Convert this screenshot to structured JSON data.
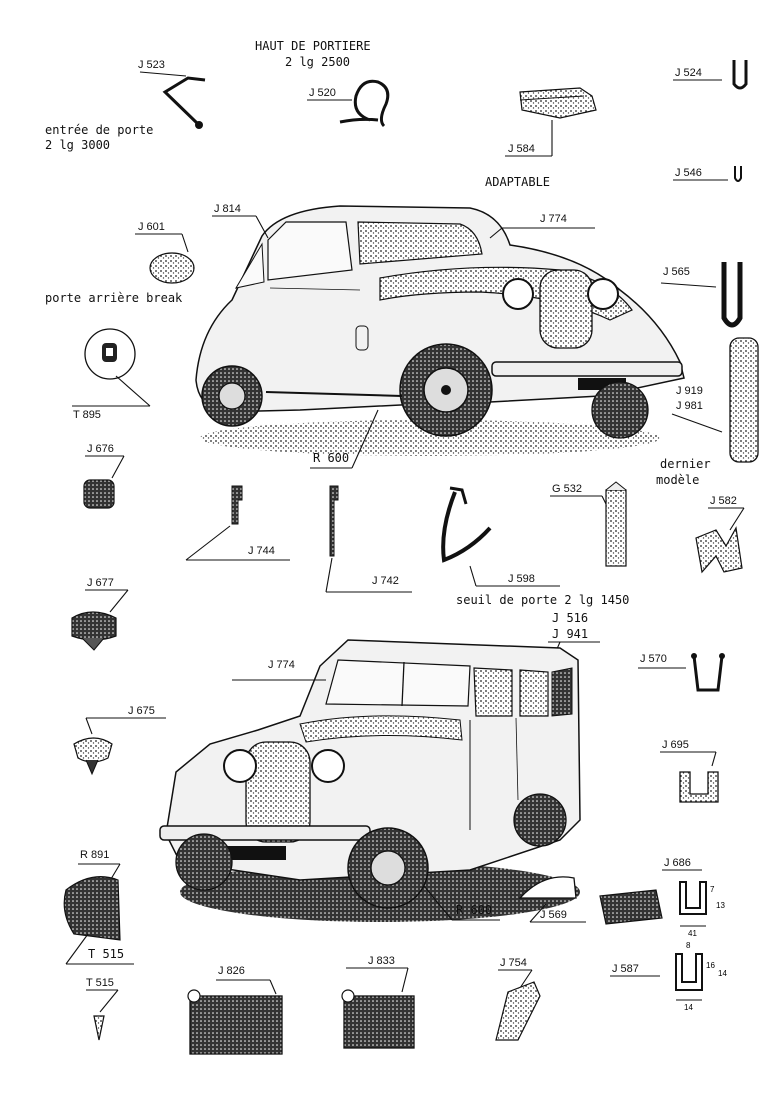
{
  "header": {
    "title": "HAUT DE PORTIERE",
    "subtitle": "2 lg 2500"
  },
  "labels": {
    "j523": "J 523",
    "j520": "J 520",
    "j524": "J 524",
    "j584": "J 584",
    "j546": "J 546",
    "j601": "J 601",
    "j814": "J 814",
    "j774a": "J 774",
    "j565": "J 565",
    "t895": "T 895",
    "j919": "J 919",
    "j981": "J 981",
    "r600a": "R 600",
    "j676": "J 676",
    "g532": "G 532",
    "j582": "J 582",
    "j744": "J 744",
    "j742": "J 742",
    "j598": "J 598",
    "j677": "J 677",
    "j516": "J 516",
    "j941": "J 941",
    "j570": "J 570",
    "j774b": "J 774",
    "j675": "J 675",
    "j695": "J 695",
    "r891": "R 891",
    "j686": "J 686",
    "r600b": "R 600",
    "j569": "J 569",
    "t515a": "T 515",
    "t515b": "T 515",
    "j826": "J 826",
    "j833": "J 833",
    "j754": "J 754",
    "j587": "J 587"
  },
  "captions": {
    "entree1": "entrée de porte",
    "entree2": "2 lg 3000",
    "adaptable": "ADAPTABLE",
    "porte_arriere": "porte arrière break",
    "dernier1": "dernier",
    "dernier2": "modèle",
    "seuil": "seuil de porte 2 lg 1450"
  },
  "dimensions": {
    "j686_w": "41",
    "j686_h1": "7",
    "j686_h2": "13",
    "j587_top": "8",
    "j587_h1": "16",
    "j587_h2": "14",
    "j587_w": "14"
  },
  "colors": {
    "ink": "#111111",
    "paper": "#ffffff"
  }
}
